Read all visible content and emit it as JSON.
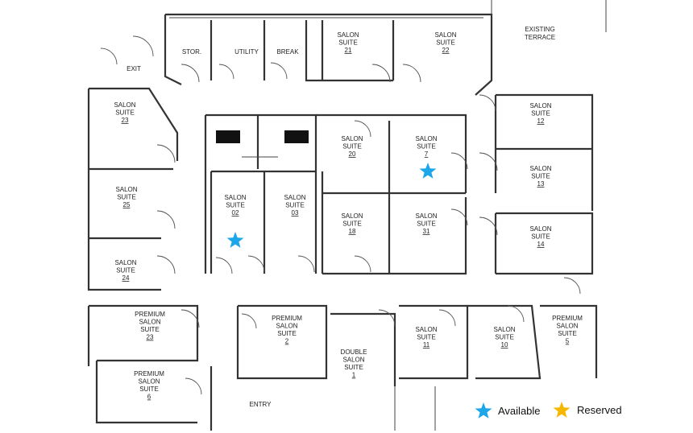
{
  "colors": {
    "available": "#1ea7e8",
    "reserved": "#f5b800",
    "wall": "#333333"
  },
  "labels": {
    "stor": "STOR.",
    "utility": "UTILITY",
    "break": "BREAK",
    "exit": "EXIT",
    "existing_terrace": [
      "EXISTING",
      "TERRACE"
    ],
    "entry": "ENTRY",
    "salon_suite": [
      "SALON",
      "SUITE"
    ],
    "premium_salon_suite": [
      "PREMIUM",
      "SALON",
      "SUITE"
    ],
    "double_salon_suite": [
      "DOUBLE",
      "SALON",
      "SUITE"
    ]
  },
  "rooms": [
    {
      "id": "top-1",
      "kind": "salon_suite",
      "num": "21"
    },
    {
      "id": "top-2",
      "kind": "salon_suite",
      "num": "22"
    },
    {
      "id": "left-23",
      "kind": "salon_suite",
      "num": "23"
    },
    {
      "id": "left-25",
      "kind": "salon_suite",
      "num": "25"
    },
    {
      "id": "left-24",
      "kind": "salon_suite",
      "num": "24"
    },
    {
      "id": "c-20",
      "kind": "salon_suite",
      "num": "20"
    },
    {
      "id": "c-7",
      "kind": "salon_suite",
      "num": "7"
    },
    {
      "id": "c-02",
      "kind": "salon_suite",
      "num": "02"
    },
    {
      "id": "c-03",
      "kind": "salon_suite",
      "num": "03"
    },
    {
      "id": "c-18",
      "kind": "salon_suite",
      "num": "18"
    },
    {
      "id": "c-31",
      "kind": "salon_suite",
      "num": "31"
    },
    {
      "id": "r-12",
      "kind": "salon_suite",
      "num": "12"
    },
    {
      "id": "r-13",
      "kind": "salon_suite",
      "num": "13"
    },
    {
      "id": "r-14",
      "kind": "salon_suite",
      "num": "14"
    },
    {
      "id": "p-23",
      "kind": "premium_salon_suite",
      "num": "23"
    },
    {
      "id": "p-6",
      "kind": "premium_salon_suite",
      "num": "6"
    },
    {
      "id": "p-2",
      "kind": "premium_salon_suite",
      "num": "2"
    },
    {
      "id": "d-1",
      "kind": "double_salon_suite",
      "num": "1"
    },
    {
      "id": "b-11",
      "kind": "salon_suite",
      "num": "11"
    },
    {
      "id": "b-10",
      "kind": "salon_suite",
      "num": "10"
    },
    {
      "id": "p-5",
      "kind": "premium_salon_suite",
      "num": "5"
    }
  ],
  "stars": [
    {
      "room": "c-7",
      "status": "available"
    },
    {
      "room": "c-02",
      "status": "available"
    }
  ],
  "legend": [
    {
      "status": "available",
      "label": "Available"
    },
    {
      "status": "reserved",
      "label": "Reserved"
    }
  ]
}
